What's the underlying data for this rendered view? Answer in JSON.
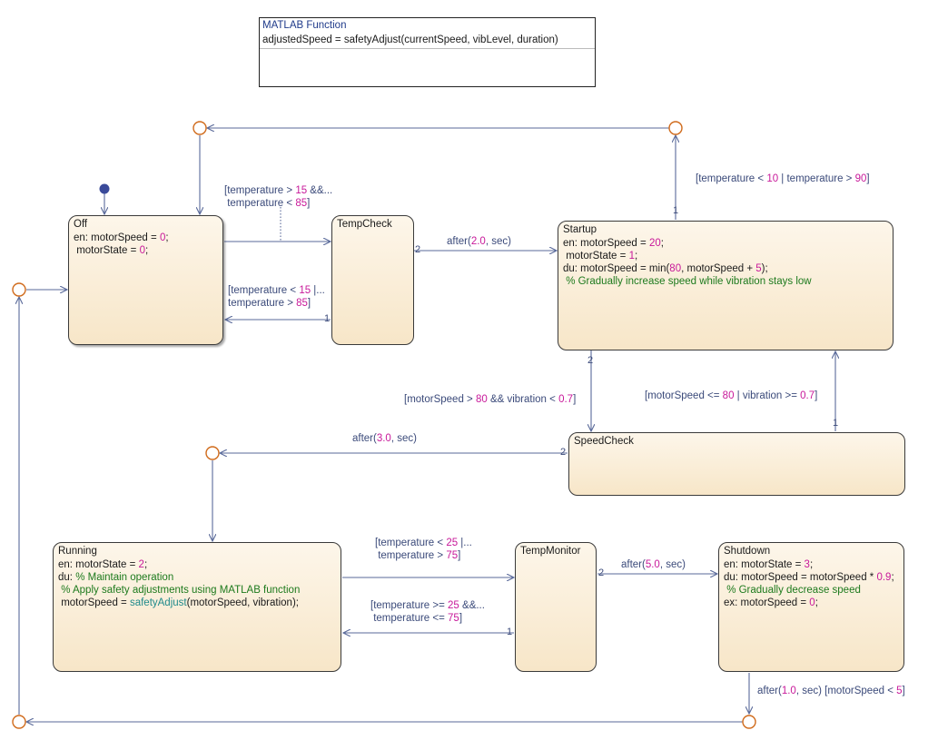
{
  "matlab_function": {
    "title": "MATLAB Function",
    "signature": "adjustedSpeed = safetyAdjust(currentSpeed, vibLevel, duration)"
  },
  "states": {
    "off": {
      "name": "Off",
      "lines": [
        [
          [
            "en: motorSpeed = ",
            ""
          ],
          [
            "0",
            "num"
          ],
          [
            ";",
            ""
          ]
        ],
        [
          [
            " motorState = ",
            ""
          ],
          [
            "0",
            "num"
          ],
          [
            ";",
            ""
          ]
        ]
      ]
    },
    "tempcheck": {
      "name": "TempCheck",
      "lines": []
    },
    "startup": {
      "name": "Startup",
      "lines": [
        [
          [
            "en: motorSpeed = ",
            ""
          ],
          [
            "20",
            "num"
          ],
          [
            ";",
            ""
          ]
        ],
        [
          [
            " motorState = ",
            ""
          ],
          [
            "1",
            "num"
          ],
          [
            ";",
            ""
          ]
        ],
        [
          [
            "du: motorSpeed = min(",
            ""
          ],
          [
            "80",
            "num"
          ],
          [
            ", motorSpeed + ",
            ""
          ],
          [
            "5",
            "num"
          ],
          [
            ");",
            ""
          ]
        ],
        [
          [
            " % Gradually increase speed while vibration stays low",
            "cmt"
          ]
        ]
      ]
    },
    "speedcheck": {
      "name": "SpeedCheck",
      "lines": []
    },
    "running": {
      "name": "Running",
      "lines": [
        [
          [
            "en: motorState = ",
            ""
          ],
          [
            "2",
            "num"
          ],
          [
            ";",
            ""
          ]
        ],
        [
          [
            "du: ",
            ""
          ],
          [
            "% Maintain operation",
            "cmt"
          ]
        ],
        [
          [
            " % Apply safety adjustments using MATLAB function",
            "cmt"
          ]
        ],
        [
          [
            " motorSpeed = ",
            ""
          ],
          [
            "safetyAdjust",
            "fn"
          ],
          [
            "(motorSpeed, vibration);",
            ""
          ]
        ]
      ]
    },
    "tempmonitor": {
      "name": "TempMonitor",
      "lines": []
    },
    "shutdown": {
      "name": "Shutdown",
      "lines": [
        [
          [
            "en: motorState = ",
            ""
          ],
          [
            "3",
            "num"
          ],
          [
            ";",
            ""
          ]
        ],
        [
          [
            "du: motorSpeed = motorSpeed * ",
            ""
          ],
          [
            "0.9",
            "num"
          ],
          [
            ";",
            ""
          ]
        ],
        [
          [
            " % Gradually decrease speed",
            "cmt"
          ]
        ],
        [
          [
            "ex: motorSpeed = ",
            ""
          ],
          [
            "0",
            "num"
          ],
          [
            ";",
            ""
          ]
        ]
      ]
    }
  },
  "transitions": {
    "off_to_tempcheck": [
      [
        [
          "[temperature > ",
          ""
        ],
        [
          "15",
          "num"
        ],
        [
          " &&...",
          ""
        ]
      ],
      [
        [
          " temperature < ",
          ""
        ],
        [
          "85",
          "num"
        ],
        [
          "]",
          ""
        ]
      ]
    ],
    "tempcheck_to_off": [
      [
        [
          "[temperature < ",
          ""
        ],
        [
          "15",
          "num"
        ],
        [
          " |...",
          ""
        ]
      ],
      [
        [
          "temperature > ",
          ""
        ],
        [
          "85",
          "num"
        ],
        [
          "]",
          ""
        ]
      ]
    ],
    "tempcheck_to_startup": [
      [
        [
          "after(",
          ""
        ],
        [
          "2.0",
          "num"
        ],
        [
          ", sec)",
          ""
        ]
      ]
    ],
    "startup_to_junction": [
      [
        [
          "[temperature < ",
          ""
        ],
        [
          "10",
          "num"
        ],
        [
          " | temperature > ",
          ""
        ],
        [
          "90",
          "num"
        ],
        [
          "]",
          ""
        ]
      ]
    ],
    "startup_to_speedcheck": [
      [
        [
          "[motorSpeed > ",
          ""
        ],
        [
          "80",
          "num"
        ],
        [
          " && vibration < ",
          ""
        ],
        [
          "0.7",
          "num"
        ],
        [
          "]",
          ""
        ]
      ]
    ],
    "speedcheck_to_startup": [
      [
        [
          "[motorSpeed <= ",
          ""
        ],
        [
          "80",
          "num"
        ],
        [
          " | vibration >= ",
          ""
        ],
        [
          "0.7",
          "num"
        ],
        [
          "]",
          ""
        ]
      ]
    ],
    "speedcheck_to_junction": [
      [
        [
          "after(",
          ""
        ],
        [
          "3.0",
          "num"
        ],
        [
          ", sec)",
          ""
        ]
      ]
    ],
    "running_to_tempmonitor": [
      [
        [
          "[temperature < ",
          ""
        ],
        [
          "25",
          "num"
        ],
        [
          " |...",
          ""
        ]
      ],
      [
        [
          " temperature > ",
          ""
        ],
        [
          "75",
          "num"
        ],
        [
          "]",
          ""
        ]
      ]
    ],
    "tempmonitor_to_running": [
      [
        [
          "[temperature >= ",
          ""
        ],
        [
          "25",
          "num"
        ],
        [
          " &&...",
          ""
        ]
      ],
      [
        [
          " temperature <= ",
          ""
        ],
        [
          "75",
          "num"
        ],
        [
          "]",
          ""
        ]
      ]
    ],
    "tempmonitor_to_shutdown": [
      [
        [
          "after(",
          ""
        ],
        [
          "5.0",
          "num"
        ],
        [
          ", sec)",
          ""
        ]
      ]
    ],
    "shutdown_to_junction": [
      [
        [
          "after(",
          ""
        ],
        [
          "1.0",
          "num"
        ],
        [
          ", sec) [motorSpeed < ",
          ""
        ],
        [
          "5",
          "num"
        ],
        [
          "]",
          ""
        ]
      ]
    ]
  },
  "execution_order": {
    "tempcheck_2": "2",
    "tempcheck_1": "1",
    "startup_1": "1",
    "startup_2": "2",
    "speedcheck_1": "1",
    "speedcheck_2": "2",
    "tempmonitor_2": "2",
    "tempmonitor_1": "1"
  },
  "colors": {
    "wire": "#5a6a9a",
    "junction": "#d06a1a",
    "default_dot": "#3a4a9a",
    "number": "#c8199a",
    "comment": "#1d7a1d"
  }
}
